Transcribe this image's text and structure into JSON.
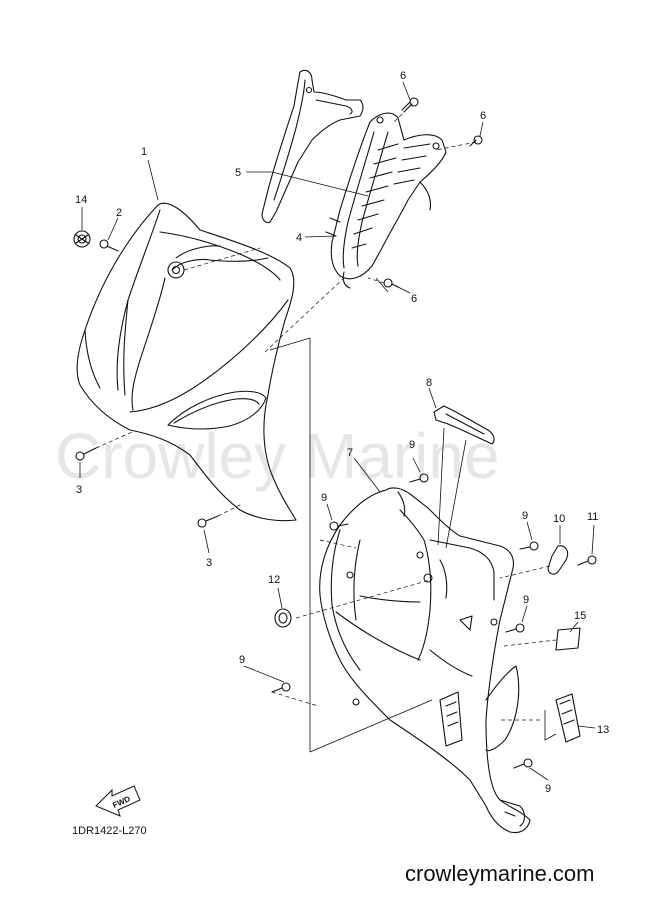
{
  "watermark": "Crowley Marine",
  "diagram_code": "1DR1422-L270",
  "site_footer": "crowleymarine.com",
  "fwd_label": "FWD",
  "callouts": [
    {
      "id": "c1",
      "label": "1"
    },
    {
      "id": "c2",
      "label": "2"
    },
    {
      "id": "c14",
      "label": "14"
    },
    {
      "id": "c5",
      "label": "5"
    },
    {
      "id": "c6a",
      "label": "6"
    },
    {
      "id": "c6b",
      "label": "6"
    },
    {
      "id": "c4",
      "label": "4"
    },
    {
      "id": "c6c",
      "label": "6"
    },
    {
      "id": "c3a",
      "label": "3"
    },
    {
      "id": "c3b",
      "label": "3"
    },
    {
      "id": "c8",
      "label": "8"
    },
    {
      "id": "c7",
      "label": "7"
    },
    {
      "id": "c9a",
      "label": "9"
    },
    {
      "id": "c9b",
      "label": "9"
    },
    {
      "id": "c9c",
      "label": "9"
    },
    {
      "id": "c10",
      "label": "10"
    },
    {
      "id": "c11",
      "label": "11"
    },
    {
      "id": "c12",
      "label": "12"
    },
    {
      "id": "c9d",
      "label": "9"
    },
    {
      "id": "c15",
      "label": "15"
    },
    {
      "id": "c9e",
      "label": "9"
    },
    {
      "id": "c13",
      "label": "13"
    },
    {
      "id": "c9f",
      "label": "9"
    }
  ]
}
